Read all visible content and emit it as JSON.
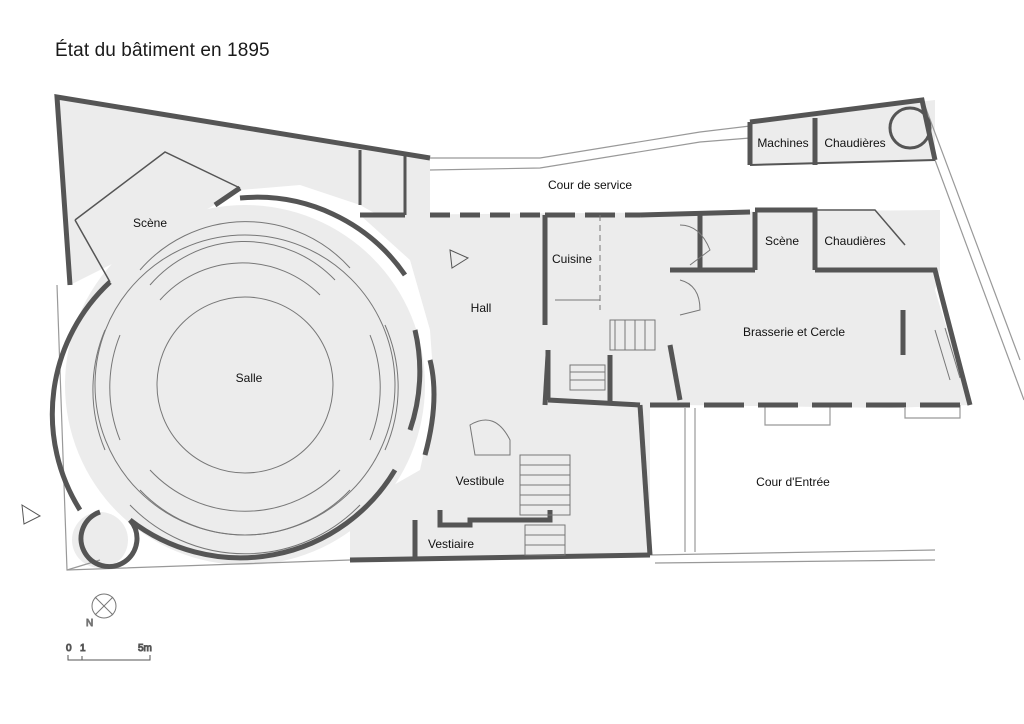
{
  "title": "État du bâtiment en 1895",
  "rooms": {
    "scene_left": "Scène",
    "salle": "Salle",
    "hall": "Hall",
    "cuisine": "Cuisine",
    "cour_service": "Cour de service",
    "machines": "Machines",
    "chaudieres_top": "Chaudières",
    "scene_right": "Scène",
    "chaudieres_right": "Chaudières",
    "brasserie": "Brasserie et Cercle",
    "vestibule": "Vestibule",
    "vestiaire": "Vestiaire",
    "cour_entree": "Cour d'Entrée"
  },
  "scale": {
    "zero": "0",
    "one": "1",
    "five": "5m"
  },
  "north": "N",
  "colors": {
    "wall": "#555555",
    "floor": "#ececec",
    "outline": "#999999"
  }
}
